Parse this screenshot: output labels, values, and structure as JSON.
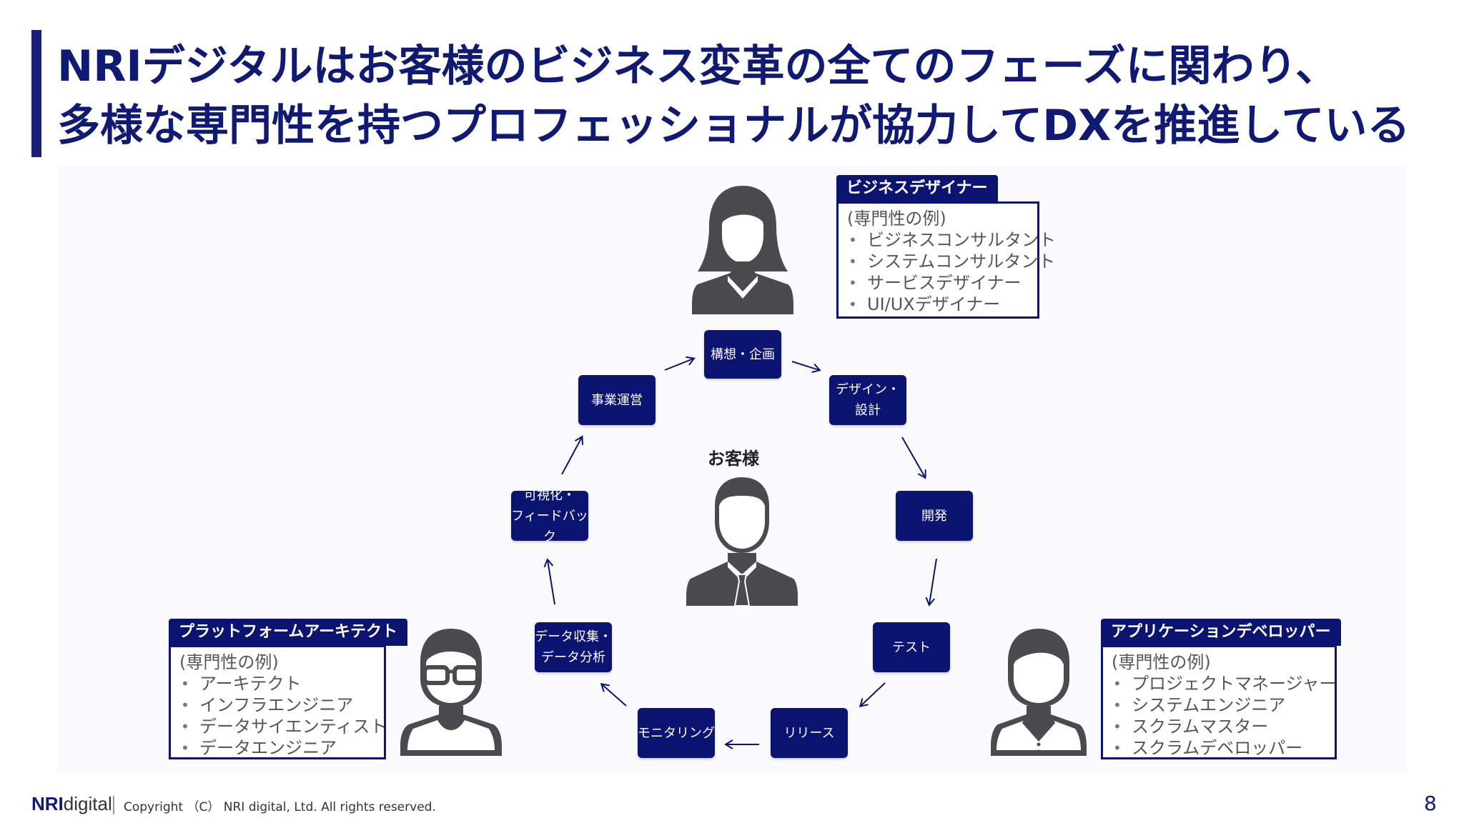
{
  "title": {
    "line1": "NRIデジタルはお客様のビジネス変革の全てのフェーズに関わり、",
    "line2": "多様な専門性を持つプロフェッショナルが協力してDXを推進している"
  },
  "center": {
    "label": "お客様"
  },
  "phases": {
    "kousou": "構想・企画",
    "design_l1": "デザイン・",
    "design_l2": "設計",
    "kaihatsu": "開発",
    "test": "テスト",
    "release": "リリース",
    "monitoring": "モニタリング",
    "data_l1": "データ収集・",
    "data_l2": "データ分析",
    "visual_l1": "可視化・",
    "visual_l2": "フィードバック",
    "jigyou": "事業運営"
  },
  "roles": {
    "business_designer": {
      "title": "ビジネスデザイナー",
      "heading": "(専門性の例)",
      "items": [
        "ビジネスコンサルタント",
        "システムコンサルタント",
        "サービスデザイナー",
        "UI/UXデザイナー"
      ]
    },
    "platform_architect": {
      "title": "プラットフォームアーキテクト",
      "heading": "(専門性の例)",
      "items": [
        "アーキテクト",
        "インフラエンジニア",
        "データサイエンティスト",
        "データエンジニア"
      ]
    },
    "app_developer": {
      "title": "アプリケーションデベロッパー",
      "heading": "(専門性の例)",
      "items": [
        "プロジェクトマネージャー",
        "システムエンジニア",
        "スクラムマスター",
        "スクラムデベロッパー"
      ]
    }
  },
  "footer": {
    "logo_nri": "NRI",
    "logo_digital": "digital",
    "copyright": "Copyright （C） NRI digital, Ltd. All rights reserved.",
    "page": "8"
  },
  "colors": {
    "navy": "#0c1472",
    "person": "#4a4a4f"
  }
}
